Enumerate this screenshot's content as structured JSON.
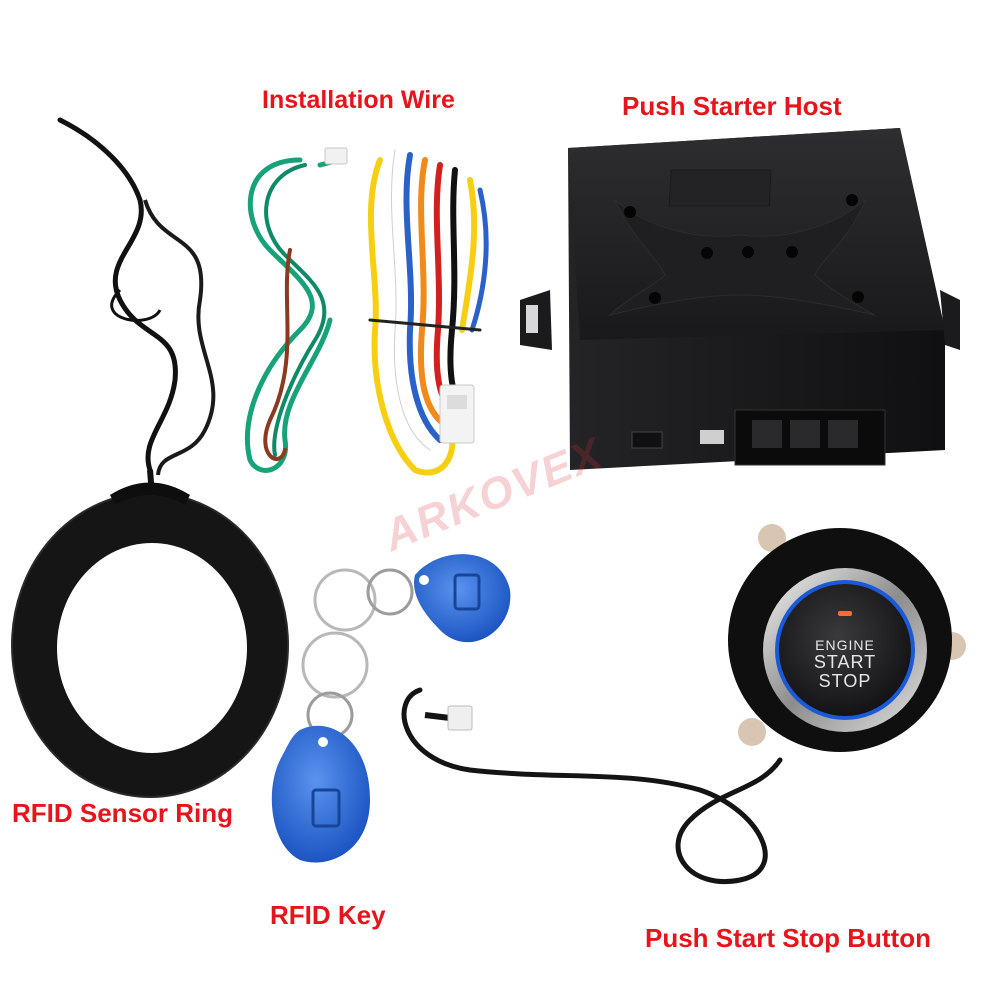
{
  "labels": {
    "installation_wire": "Installation Wire",
    "push_starter_host": "Push Starter Host",
    "rfid_sensor_ring": "RFID Sensor Ring",
    "rfid_key": "RFID Key",
    "push_start_stop_button": "Push Start Stop Button"
  },
  "button_face": {
    "line1": "ENGINE",
    "line2": "START",
    "line3": "STOP"
  },
  "watermark": "ARKOVEX",
  "colors": {
    "label_red": "#e8141b",
    "key_blue": "#2f6fd6",
    "host_black": "#1c1c1e",
    "ring_black": "#141414"
  }
}
